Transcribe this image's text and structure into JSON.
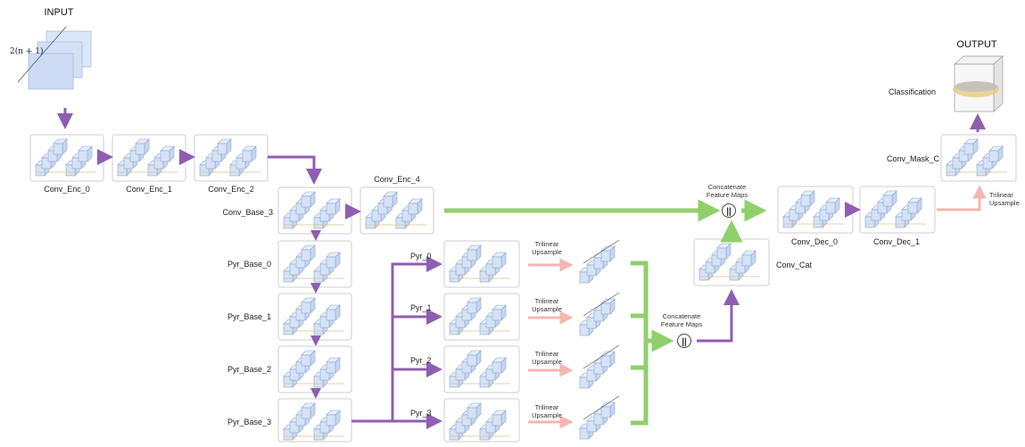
{
  "titles": {
    "input": "INPUT",
    "output": "OUTPUT",
    "channels": "2(n + 1)"
  },
  "blocks": {
    "conv_enc_0": "Conv_Enc_0",
    "conv_enc_1": "Conv_Enc_1",
    "conv_enc_2": "Conv_Enc_2",
    "conv_base_3": "Conv_Base_3",
    "conv_enc_4": "Conv_Enc_4",
    "pyr_base_0": "Pyr_Base_0",
    "pyr_base_1": "Pyr_Base_1",
    "pyr_base_2": "Pyr_Base_2",
    "pyr_base_3": "Pyr_Base_3",
    "pyr_0": "Pyr_0",
    "pyr_1": "Pyr_1",
    "pyr_2": "Pyr_2",
    "pyr_3": "Pyr_3",
    "conv_cat": "Conv_Cat",
    "conv_dec_0": "Conv_Dec_0",
    "conv_dec_1": "Conv_Dec_1",
    "conv_mask_c": "Conv_Mask_C",
    "classification": "Classification"
  },
  "annotations": {
    "trilinear_upsample_1": "Trilinear",
    "trilinear_upsample_2": "Upsample",
    "concat_1": "Concatenate",
    "concat_2": "Feature Maps",
    "concat_symbol": "||"
  },
  "colors": {
    "purple": "#8e5fb0",
    "green": "#8fd06a",
    "pink": "#f4b6b0",
    "cube_fill": "#d6e2f6",
    "cube_edge": "#8ea6cf",
    "box_border": "#c9c9c9"
  }
}
